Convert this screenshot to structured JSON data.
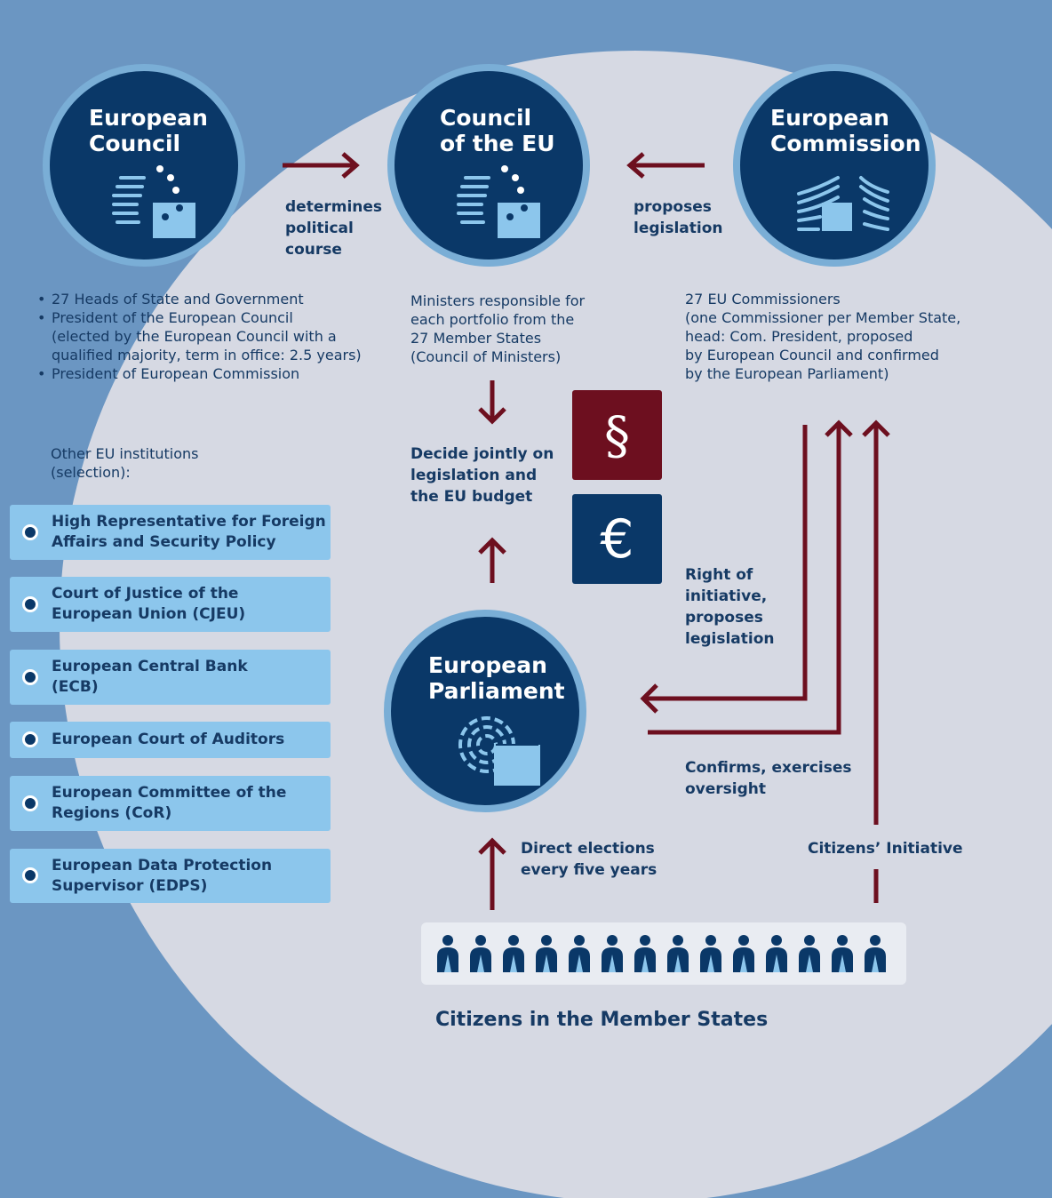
{
  "colors": {
    "background": "#6b96c2",
    "circle": "#d6d9e3",
    "institution": "#0a3868",
    "institution_ring": "#7aaed6",
    "arrow": "#6d0f1f",
    "box": "#8cc6ec",
    "paragraph_square": "#6d0f1f",
    "euro_square": "#0a3868"
  },
  "institutions": {
    "european_council": {
      "title": "European\nCouncil",
      "icon": "council-building-icon"
    },
    "council_eu": {
      "title": "Council\nof the EU",
      "icon": "council-building-icon"
    },
    "commission": {
      "title": "European\nCommission",
      "icon": "commission-building-icon"
    },
    "parliament": {
      "title": "European\nParliament",
      "icon": "parliament-building-icon"
    }
  },
  "arrow_labels": {
    "determines": "determines\npolitical\ncourse",
    "proposes": "proposes\nlegislation",
    "decide": "Decide jointly on\nlegislation and\nthe EU budget",
    "initiative": "Right of\ninitiative,\nproposes\nlegislation",
    "confirms": "Confirms, exercises\noversight",
    "elections": "Direct elections\nevery five years",
    "citizens_initiative": "Citizens’ Initiative"
  },
  "european_council_members": [
    "27 Heads of State and Government",
    "President of the European Council\n(elected by the European Council with a\nqualified majority, term in office: 2.5 years)",
    "President of European Commission"
  ],
  "council_eu_members": "Ministers responsible for\neach portfolio from the\n27 Member States\n(Council of Ministers)",
  "commission_members": "27 EU Commissioners\n(one Commissioner per Member State,\nhead: Com. President, proposed\nby European Council and confirmed\nby the European Parliament)",
  "other_institutions": {
    "heading": "Other EU institutions\n(selection):",
    "items": [
      "High Representative for Foreign\nAffairs and Security Policy",
      "Court of Justice of the\nEuropean Union (CJEU)",
      "European Central Bank\n(ECB)",
      "European Court of Auditors",
      "European Committee of the\nRegions (CoR)",
      "European Data Protection\nSupervisor (EDPS)"
    ]
  },
  "symbols": {
    "paragraph": "§",
    "euro": "€"
  },
  "citizens": {
    "label": "Citizens in the Member States",
    "icon": "person-icon",
    "count": 14
  }
}
